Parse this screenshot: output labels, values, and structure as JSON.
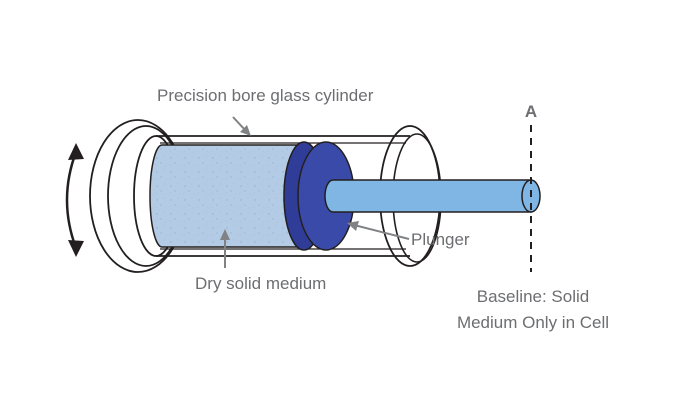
{
  "labels": {
    "cylinder": "Precision bore glass cylinder",
    "medium": "Dry solid medium",
    "plunger": "Plunger",
    "point_a": "A",
    "baseline_line1": "Baseline: Solid",
    "baseline_line2": "Medium Only in Cell"
  },
  "colors": {
    "outline": "#231f20",
    "label_text": "#6d6e71",
    "leader_line": "#808285",
    "medium_fill": "#b3cbe4",
    "plunger_dark": "#2f3d99",
    "plunger_mid": "#3a4aa8",
    "rod_fill": "#7fb6e3"
  }
}
